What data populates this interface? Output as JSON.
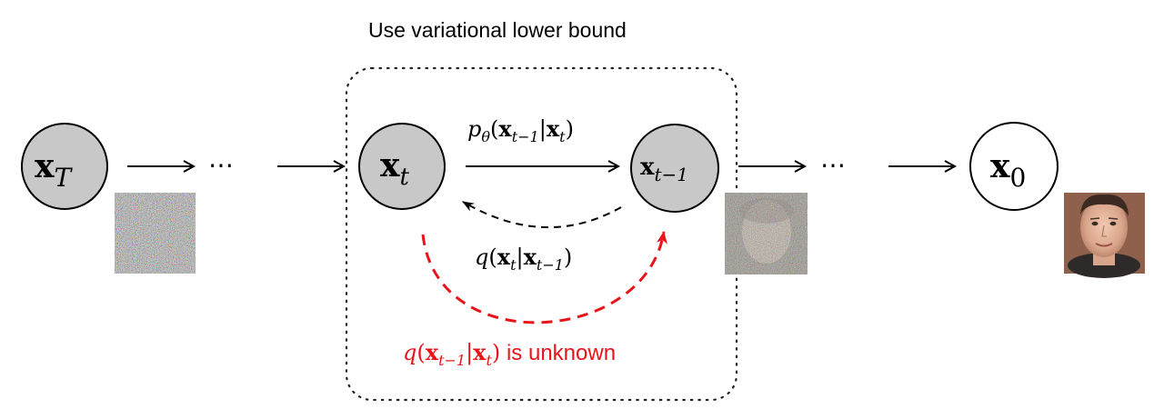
{
  "title": "Use variational lower bound",
  "ellipsis": "⋯",
  "nodes": [
    {
      "id": "x_T",
      "var": "x",
      "sub": "T",
      "filled": true
    },
    {
      "id": "x_t",
      "var": "x",
      "sub": "t",
      "filled": true
    },
    {
      "id": "x_t-1",
      "var": "x",
      "sub": "t−1",
      "filled": true
    },
    {
      "id": "x_0",
      "var": "x",
      "sub": "0",
      "filled": false
    }
  ],
  "forward_label": {
    "fn": "p",
    "param": "θ",
    "a": "x",
    "a_sub": "t−1",
    "bar": "|",
    "b": "x",
    "b_sub": "t"
  },
  "reverse_label": {
    "fn": "q",
    "a": "x",
    "a_sub": "t",
    "bar": "|",
    "b": "x",
    "b_sub": "t−1"
  },
  "unknown_label": {
    "fn": "q",
    "a": "x",
    "a_sub": "t−1",
    "bar": "|",
    "b": "x",
    "b_sub": "t",
    "suffix": " is unknown"
  },
  "images": [
    {
      "name": "pure-noise-image",
      "kind": "noise"
    },
    {
      "name": "partially-denoised-face-image",
      "kind": "noisy-face"
    },
    {
      "name": "clean-face-photo",
      "kind": "face"
    }
  ],
  "colors": {
    "node_fill": "#c8c8c8",
    "stroke": "#000000",
    "unknown": "#e8141a"
  }
}
